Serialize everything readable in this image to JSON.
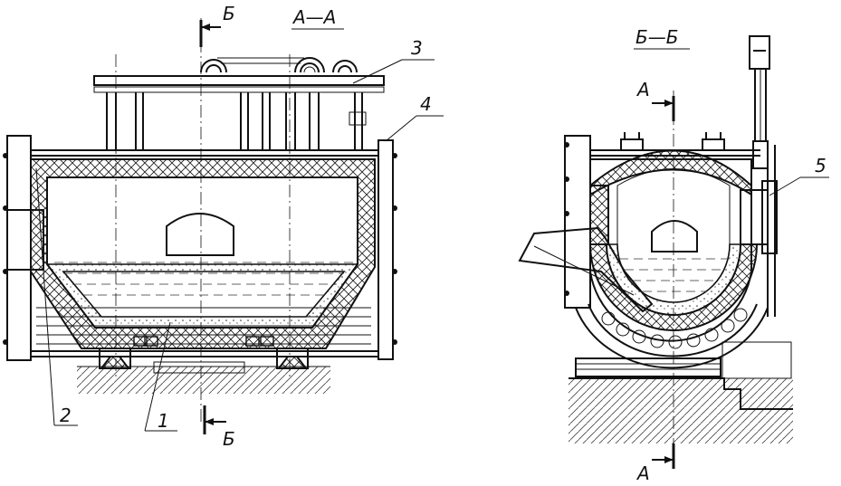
{
  "labels": {
    "section_aa": "А—А",
    "section_bb": "Б—Б",
    "cut_b_top": "Б",
    "cut_b_bottom": "Б",
    "cut_a_top": "А",
    "cut_a_bottom": "А",
    "pos_1": "1",
    "pos_2": "2",
    "pos_3": "3",
    "pos_4": "4",
    "pos_5": "5"
  },
  "colors": {
    "ink": "#111111",
    "paper": "#ffffff"
  }
}
